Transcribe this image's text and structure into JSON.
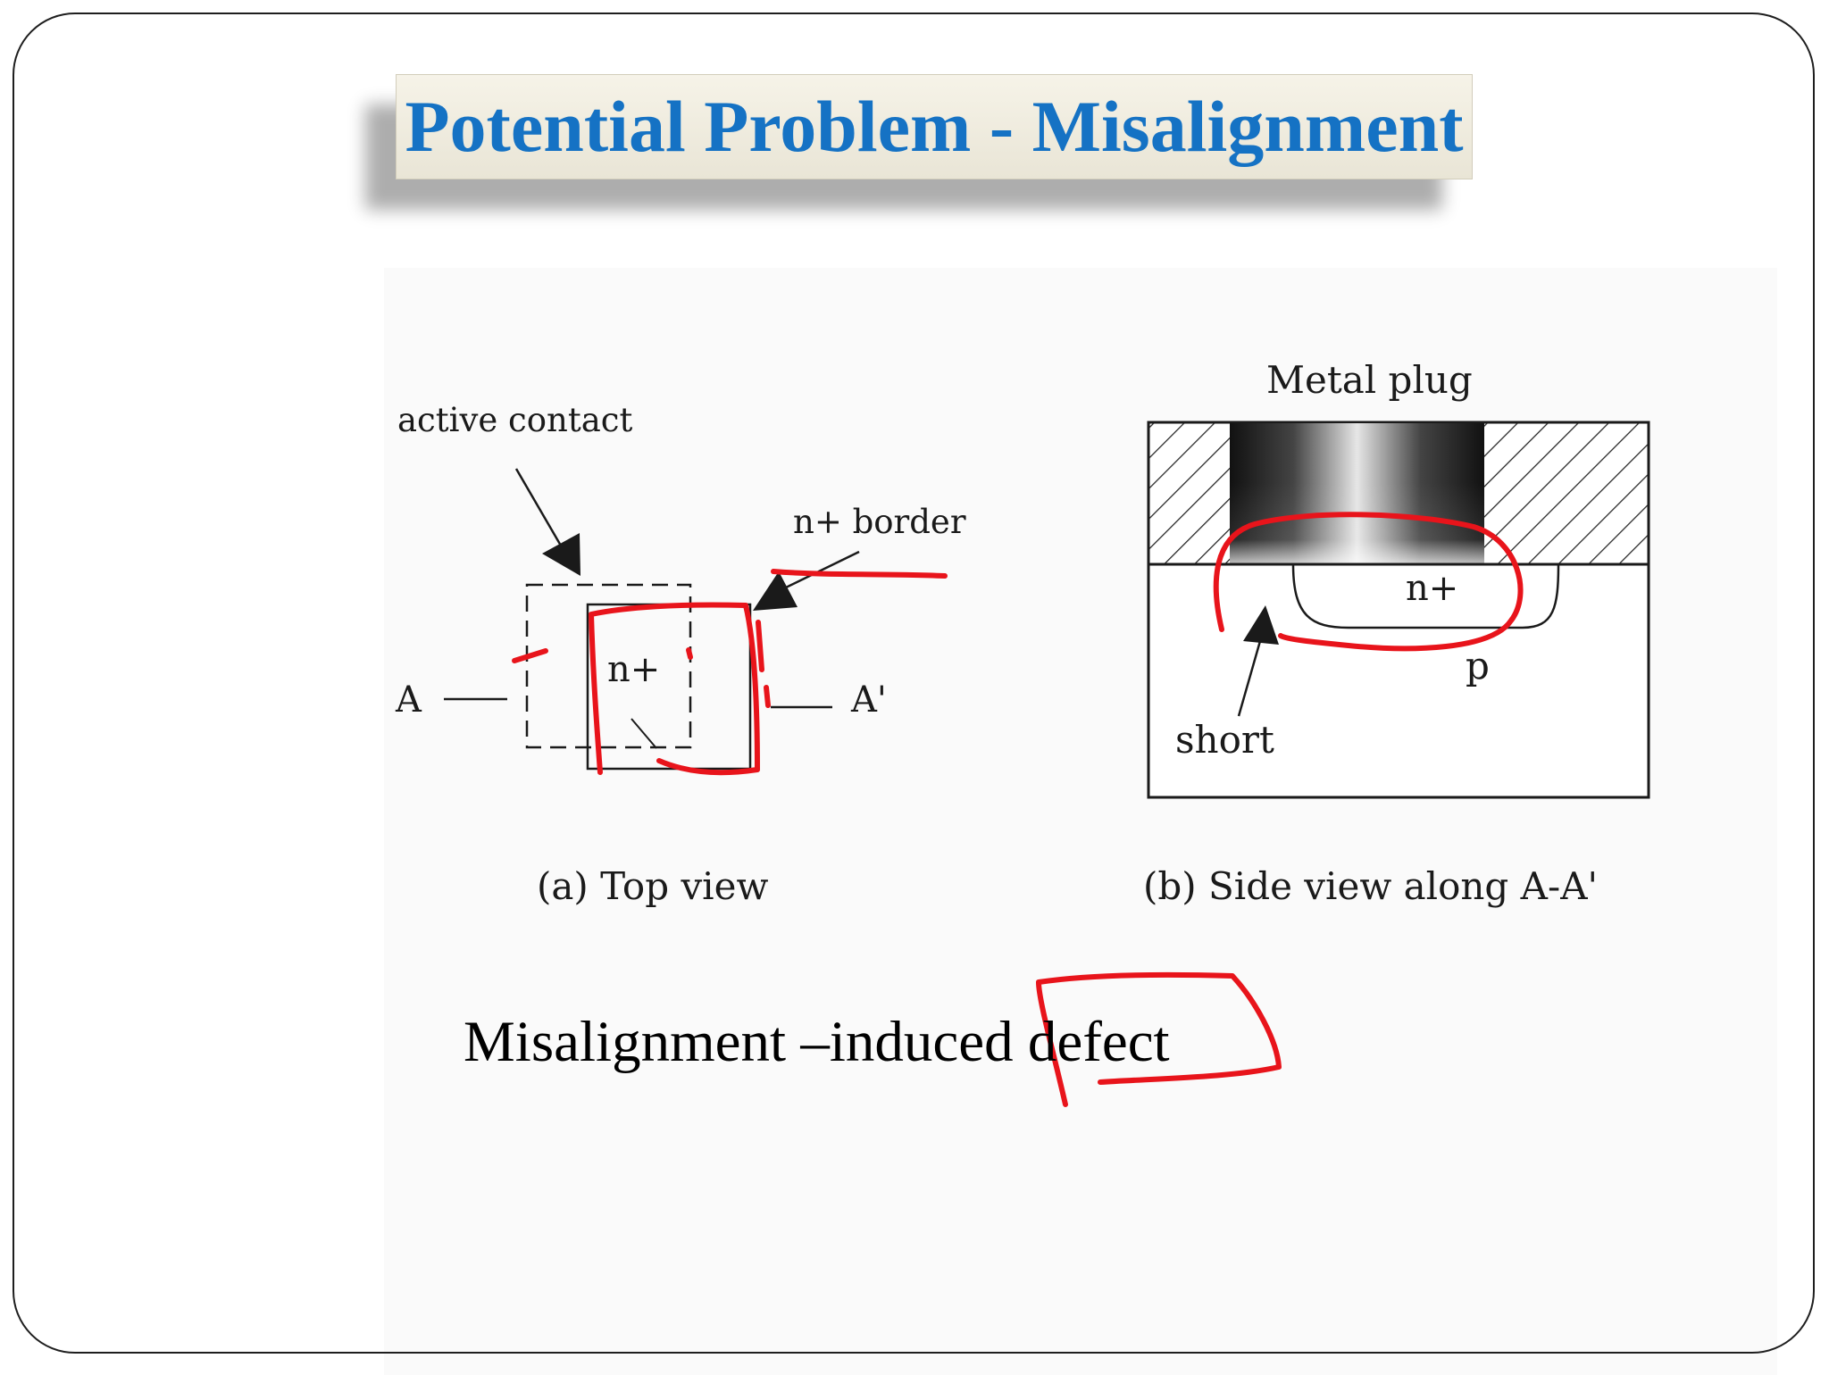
{
  "title": "Potential Problem - Misalignment",
  "top_view": {
    "active_contact_label": "active contact",
    "border_label": "n+ border",
    "region_label": "n+",
    "a_label": "A",
    "a_prime_label": "A'",
    "caption": "(a) Top view"
  },
  "side_view": {
    "plug_label": "Metal plug",
    "region_label": "n+",
    "substrate_label": "p",
    "short_label": "short",
    "caption": "(b) Side view along A-A'"
  },
  "caption": "Misalignment –induced defect",
  "annotation_color": "#e8141b",
  "title_color": "#1572c4"
}
